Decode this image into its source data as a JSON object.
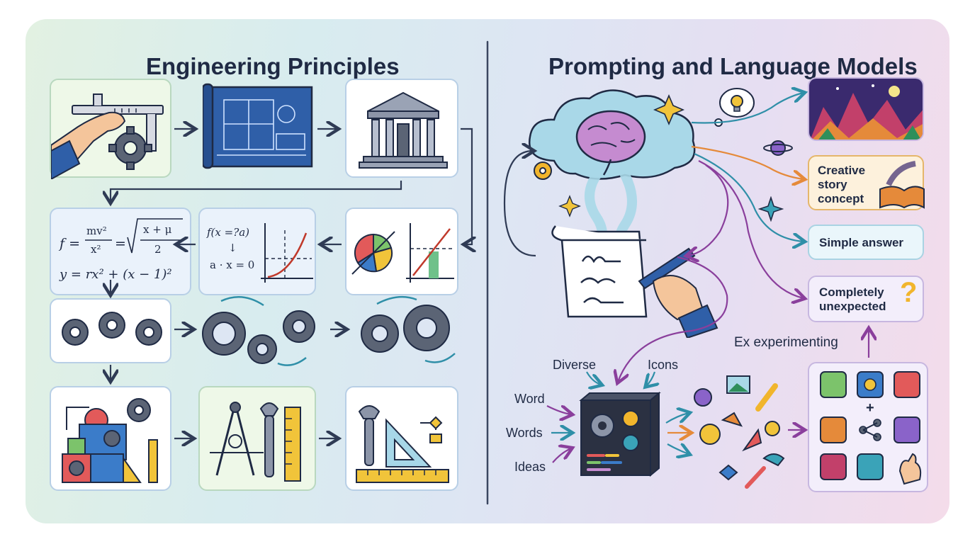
{
  "left_panel": {
    "title": "Engineering Principles",
    "equations": {
      "eq1_lhs": "f =",
      "eq1_num": "mv²",
      "eq1_den": "x²",
      "eq1_eq": "=",
      "eq1_rad_num": "x + μ",
      "eq1_rad_den": "2",
      "eq2": "y = rx² + (x − 1)²"
    },
    "function_card": {
      "line1": "f(x =?a)",
      "arrow": "↓",
      "line2": "a · x = 0"
    }
  },
  "right_panel": {
    "title": "Prompting and Language Models",
    "outputs": {
      "creative": "Creative story concept",
      "simple": "Simple answer",
      "unexpected": "Completely unexpected",
      "question_mark": "?"
    },
    "experimenting_label": "Ex experimenting",
    "inputs": {
      "diverse": "Diverse",
      "icons": "Icons",
      "word": "Word",
      "words": "Words",
      "ideas": "Ideas"
    },
    "grid_plus": "+"
  },
  "colors": {
    "ink": "#1f2a44",
    "gear": "#5b6475",
    "arrow_left": "#2f3b55",
    "arrow_teal": "#2f8fa8",
    "arrow_orange": "#e58a3a",
    "arrow_purple": "#8a3f9c",
    "divider": "#3a4660"
  }
}
